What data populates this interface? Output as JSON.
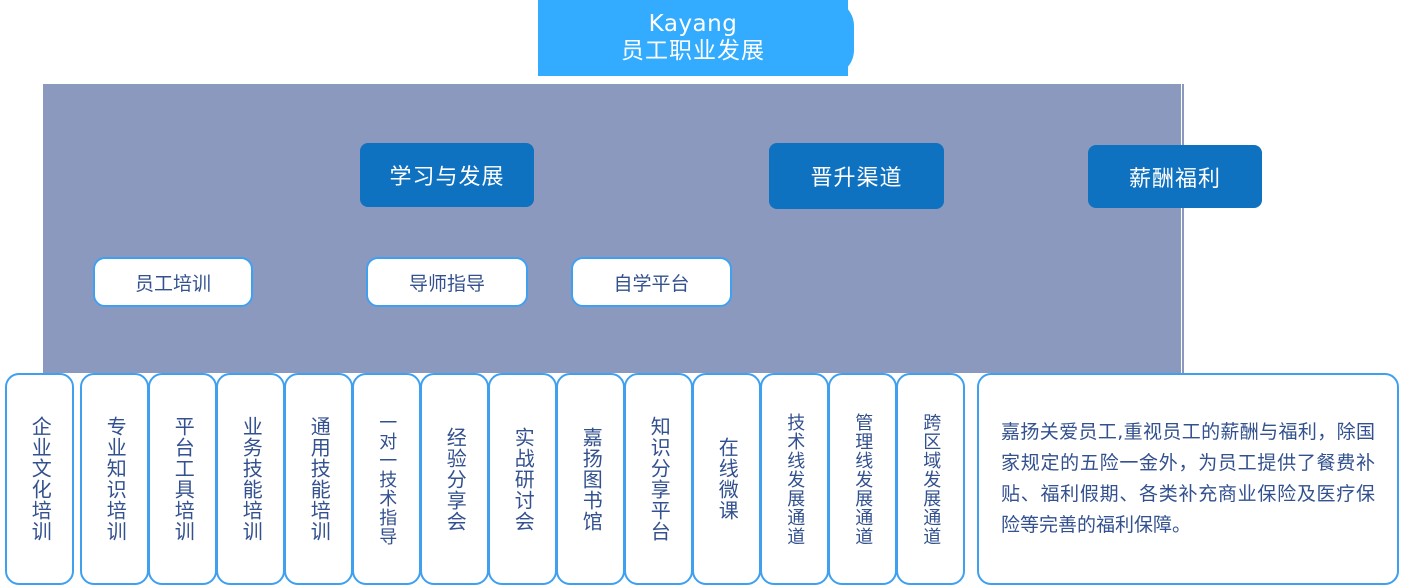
{
  "header": {
    "brand": "Kayang",
    "subtitle": "员工职业发展"
  },
  "colors": {
    "banner_blue": "#33ACFF",
    "panel_gray": "#8B99BE",
    "pill_blue": "#0F72C0",
    "card_border": "#3FA0F0",
    "card_text": "#33518F"
  },
  "level2": [
    {
      "label": "学习与发展"
    },
    {
      "label": "晋升渠道"
    },
    {
      "label": "薪酬福利"
    }
  ],
  "level3": [
    {
      "label": "员工培训"
    },
    {
      "label": "导师指导"
    },
    {
      "label": "自学平台"
    }
  ],
  "vertical_cards": [
    {
      "label": "企业文化培训"
    },
    {
      "label": "专业知识培训"
    },
    {
      "label": "平台工具培训"
    },
    {
      "label": "业务技能培训"
    },
    {
      "label": "通用技能培训"
    },
    {
      "label": "一对一技术指导"
    },
    {
      "label": "经验分享会"
    },
    {
      "label": "实战研讨会"
    },
    {
      "label": "嘉扬图书馆"
    },
    {
      "label": "知识分享平台"
    },
    {
      "label": "在线微课"
    },
    {
      "label": "技术线发展通道"
    },
    {
      "label": "管理线发展通道"
    },
    {
      "label": "跨区域发展通道"
    }
  ],
  "benefits": {
    "paragraph": "嘉扬关爱员工,重视员工的薪酬与福利，除国家规定的五险一金外，为员工提供了餐费补贴、福利假期、各类补充商业保险及医疗保险等完善的福利保障。"
  }
}
